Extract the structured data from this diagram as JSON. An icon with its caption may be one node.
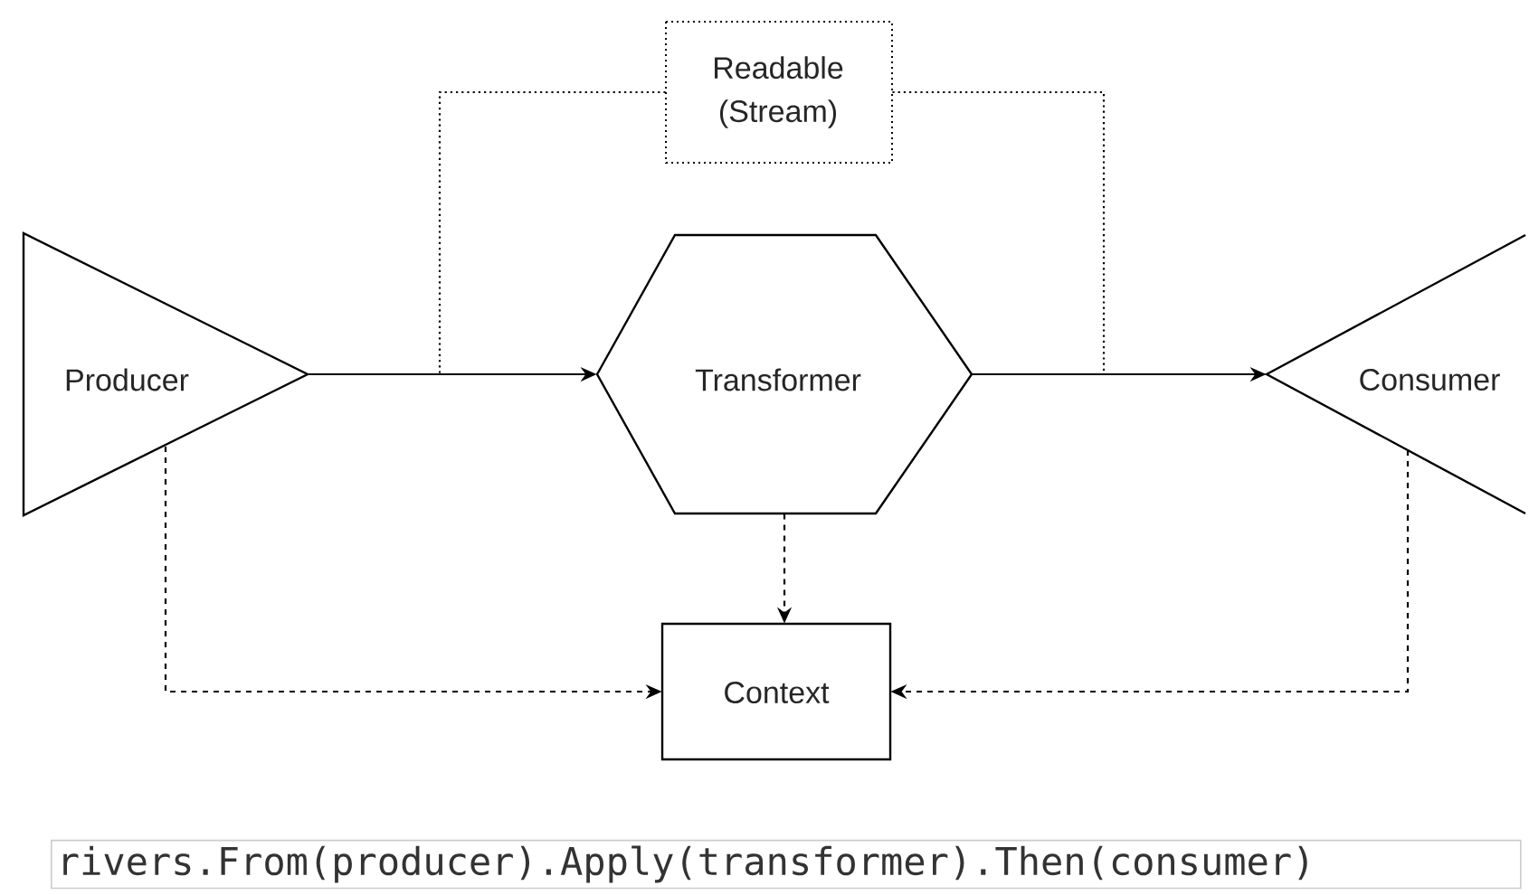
{
  "diagram": {
    "nodes": [
      {
        "text": [
          "Producer"
        ]
      },
      {
        "text": [
          "Transformer"
        ]
      },
      {
        "text": [
          "Consumer"
        ]
      },
      {
        "text": [
          "Readable (Stream)"
        ]
      },
      {
        "text": [
          "Context"
        ]
      }
    ],
    "edges": [
      {
        "from": 0,
        "to": 1,
        "arrow": "to"
      },
      {
        "from": 1,
        "to": 2,
        "arrow": "to"
      },
      {
        "from": 3,
        "to": null,
        "arrow": "none",
        "style": "dashed"
      },
      {
        "from": 3,
        "to": null,
        "arrow": "none",
        "style": "dashed"
      },
      {
        "from": 0,
        "to": 4,
        "arrow": "to",
        "style": "dashed"
      },
      {
        "from": 1,
        "to": 4,
        "arrow": "to",
        "style": "dashed"
      },
      {
        "from": 2,
        "to": 4,
        "arrow": "to",
        "style": "dashed"
      }
    ],
    "labels": [
      "rivers.From(producer).Apply(transformer).Then(consumer)"
    ]
  }
}
